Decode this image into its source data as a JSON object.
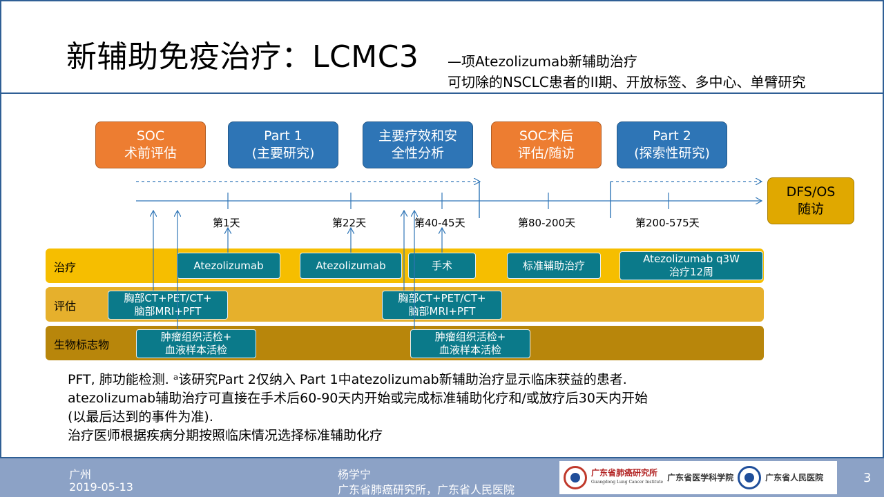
{
  "header": {
    "title": "新辅助免疫治疗：LCMC3",
    "subtitle_line1": "—项Atezolizumab新辅助治疗",
    "subtitle_line2": "可切除的NSCLC患者的II期、开放标签、多中心、单臂研究"
  },
  "phases": [
    {
      "line1": "SOC",
      "line2": "术前评估"
    },
    {
      "line1": "Part 1",
      "line2": "(主要研究)"
    },
    {
      "line1": "主要疗效和安",
      "line2": "全性分析"
    },
    {
      "line1": "SOC术后",
      "line2": "评估/随访"
    },
    {
      "line1": "Part 2",
      "line2": "(探索性研究)"
    },
    {
      "line1": "DFS/OS",
      "line2": "随访"
    }
  ],
  "timeline": {
    "days": [
      "第1天",
      "第22天",
      "第40-45天",
      "第80-200天",
      "第200-575天"
    ]
  },
  "rows": {
    "treatment": {
      "label": "治疗",
      "items": [
        "Atezolizumab",
        "Atezolizumab",
        "手术",
        "标准辅助治疗",
        "Atezolizumab  q3W",
        "治疗12周"
      ]
    },
    "assessment": {
      "label": "评估",
      "items": [
        "胸部CT+PET/CT+",
        "脑部MRI+PFT",
        "胸部CT+PET/CT+",
        "脑部MRI+PFT"
      ]
    },
    "biomarker": {
      "label": "生物标志物",
      "items": [
        "肿瘤组织活检+",
        "血液样本活检",
        "肿瘤组织活检+",
        "血液样本活检"
      ]
    }
  },
  "notes": [
    "PFT, 肺功能检测. ᵃ该研究Part 2仅纳入 Part 1中atezolizumab新辅助治疗显示临床获益的患者.",
    "atezolizumab辅助治疗可直接在手术后60-90天内开始或完成标准辅助化疗和/或放疗后30天内开始",
    "(以最后达到的事件为准).",
    "治疗医师根据疾病分期按照临床情况选择标准辅助化疗"
  ],
  "footer": {
    "city": "广州",
    "date": "2019-05-13",
    "name": "杨学宁",
    "institution": "广东省肺癌研究所，广东省人民医院",
    "page": "3",
    "logo1": "广东省肺癌研究所",
    "logo1_sub": "Guangdong Lung Cancer Institute",
    "logo2": "广东省医学科学院",
    "logo3": "广东省人民医院"
  },
  "colors": {
    "orange": "#ed7d31",
    "blue": "#2e75b6",
    "gold": "#e0a800",
    "teal": "#0b7a8a",
    "frame": "#2f5f95",
    "footer": "#8ca2c6"
  }
}
